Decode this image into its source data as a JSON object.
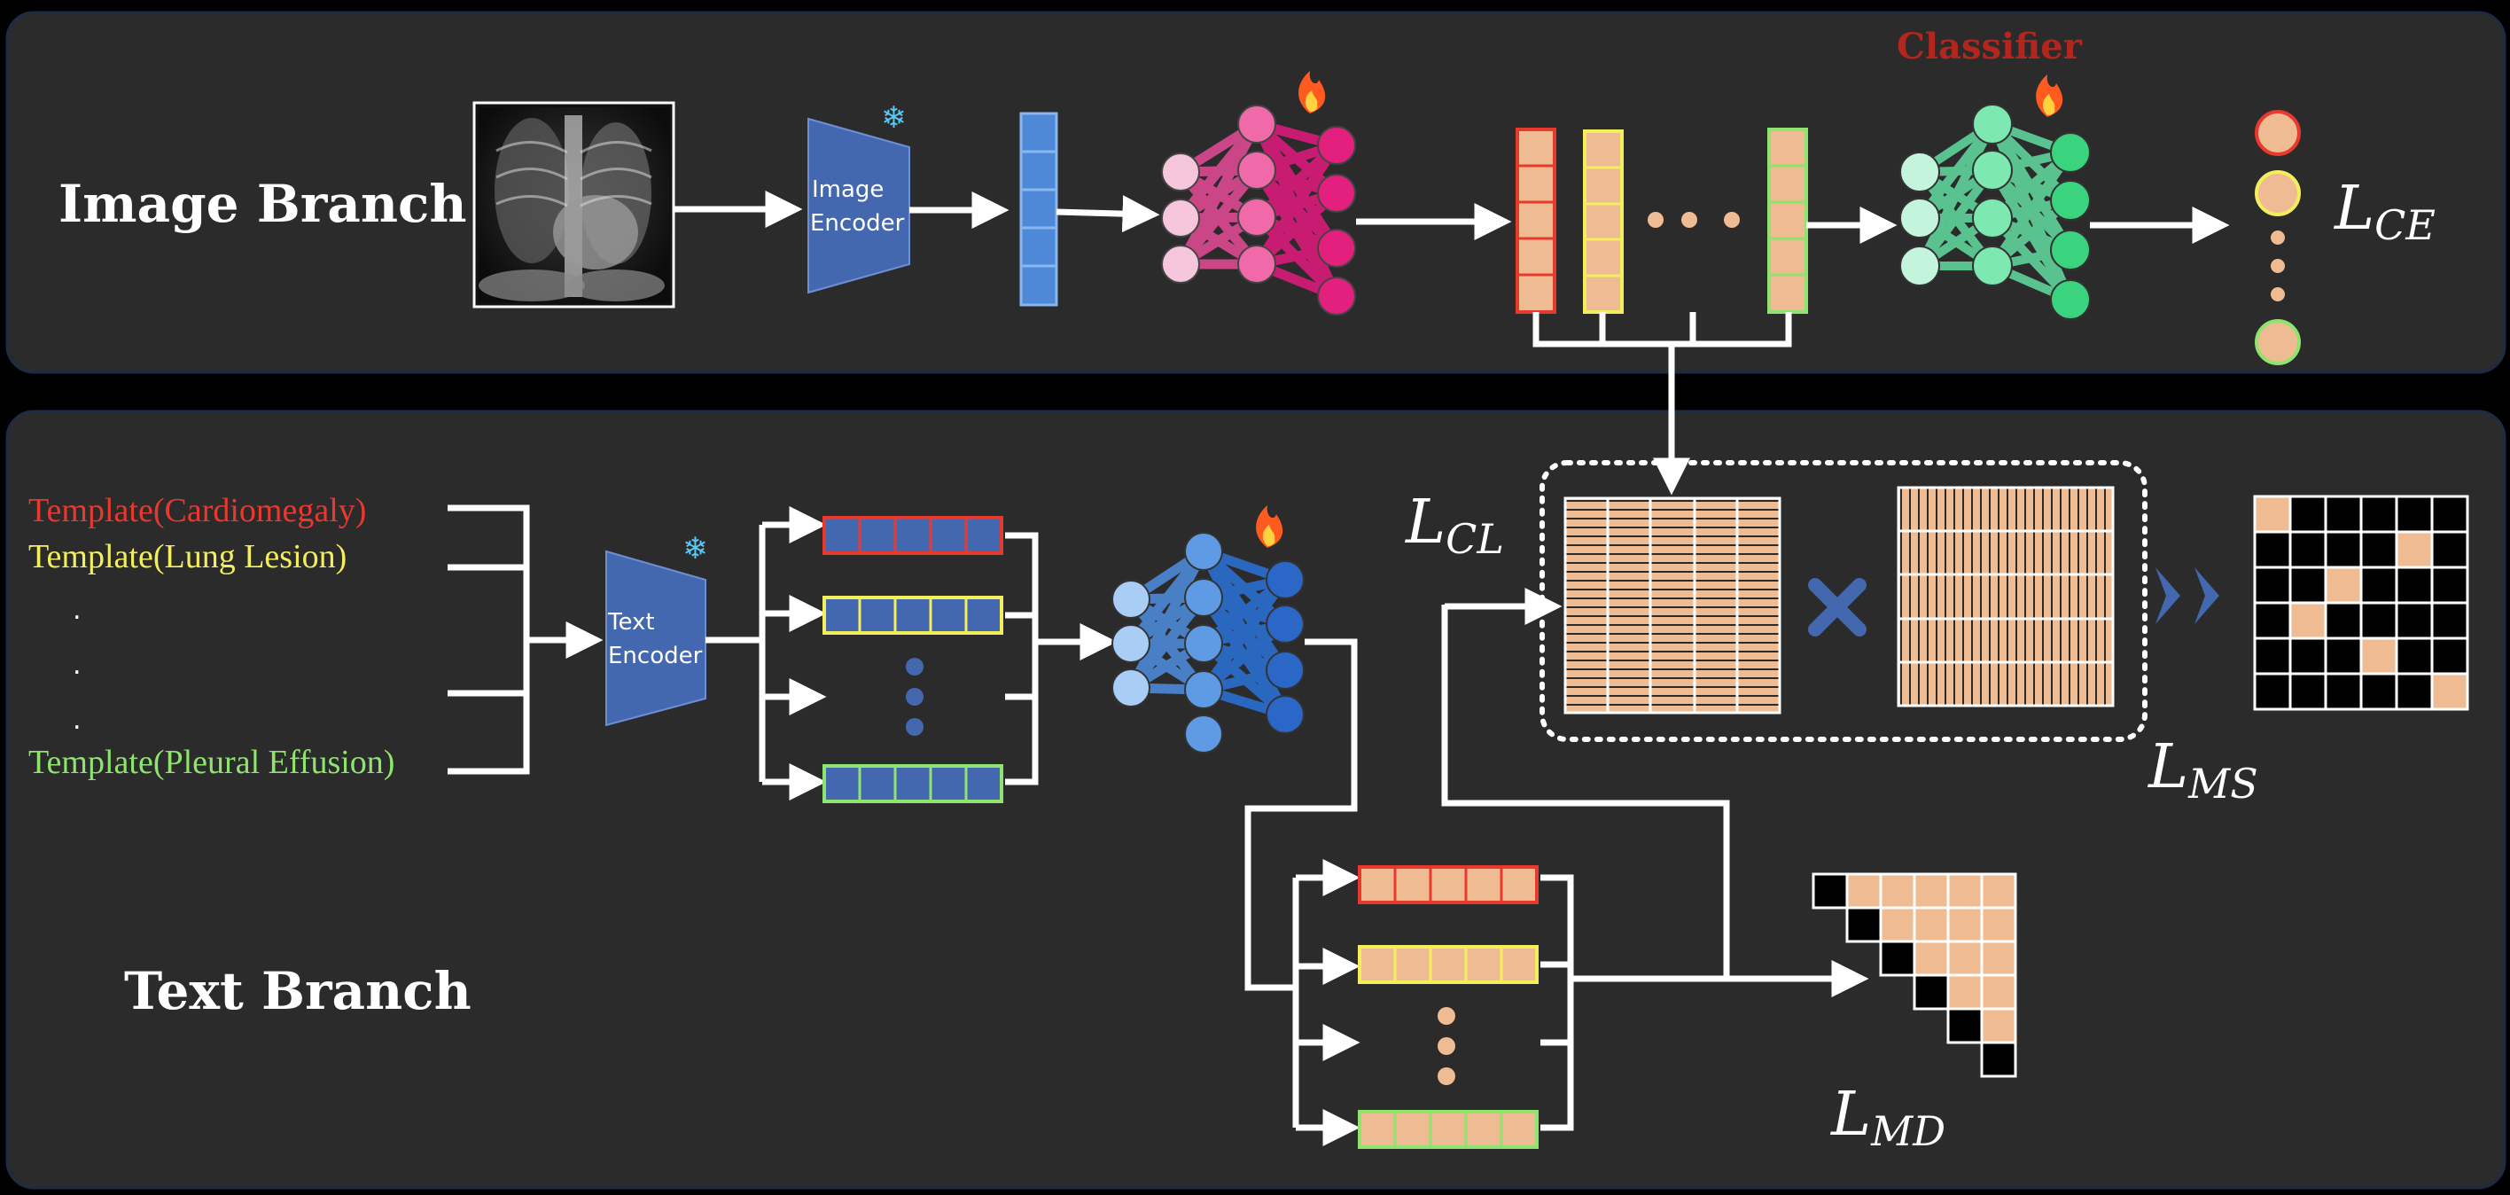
{
  "branches": {
    "image": "Image Branch",
    "text": "Text Branch"
  },
  "encoders": {
    "image": [
      "Image",
      "Encoder"
    ],
    "text": [
      "Text",
      "Encoder"
    ]
  },
  "classifier_label": "Classifier",
  "templates": [
    {
      "text": "Template(Cardiomegaly)",
      "color": "#e8392f"
    },
    {
      "text": "Template(Lung Lesion)",
      "color": "#f3ee5c"
    },
    {
      "text": "Template(Pleural Effusion)",
      "color": "#8fe36f"
    }
  ],
  "template_ellipsis": [
    ".",
    ".",
    "."
  ],
  "losses": {
    "ce": {
      "main": "L",
      "sub": "CE"
    },
    "cl": {
      "main": "L",
      "sub": "CL"
    },
    "ms": {
      "main": "L",
      "sub": "MS"
    },
    "md": {
      "main": "L",
      "sub": "MD"
    }
  },
  "colors": {
    "background": "#000000",
    "panel": "#2b2b2b",
    "peach": "#efbb92",
    "encoder_blue": "#4468b0",
    "feature_blue": "#4d89d6",
    "red": "#e8392f",
    "yellow": "#f3ee5c",
    "green": "#8fe36f",
    "classifier_title": "#b3261e"
  },
  "icons": [
    "snowflake-icon",
    "fire-icon",
    "chest-xray-image",
    "multiply-icon",
    "chevron-right-icon"
  ]
}
